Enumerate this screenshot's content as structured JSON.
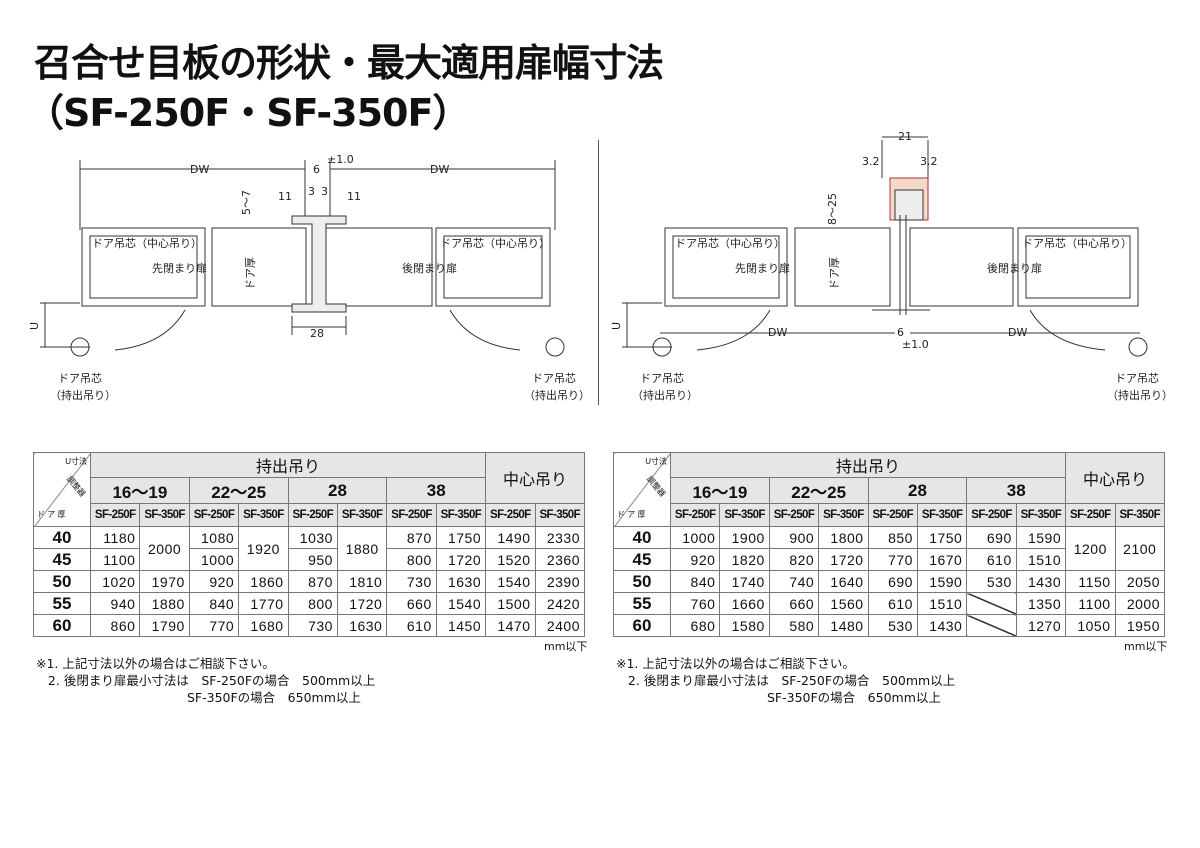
{
  "title": {
    "line1": "召合せ目板の形状・最大適用扉幅寸法",
    "line2": "（SF-250F・SF-350F）"
  },
  "left_diagram": {
    "dw": "DW",
    "gap": "6",
    "tol": "±1.0",
    "d11a": "11",
    "d3a": "3",
    "d3b": "3",
    "d11b": "11",
    "d57": "5〜7",
    "door_thickness": "ドア厚",
    "center_pivot": "ドア吊芯（中心吊り）",
    "first_close": "先閉まり扉",
    "last_close": "後閉まり扉",
    "d28": "28",
    "u": "U",
    "offset_pivot_1": "ドア吊芯",
    "offset_pivot_2": "（持出吊り）"
  },
  "right_diagram": {
    "dw": "DW",
    "gap": "6",
    "tol": "±1.0",
    "d21": "21",
    "d32a": "3.2",
    "d32b": "3.2",
    "d825": "8〜25",
    "door_thickness": "ドア厚",
    "center_pivot": "ドア吊芯（中心吊り）",
    "first_close": "先閉まり扉",
    "last_close": "後閉まり扉",
    "u": "U",
    "offset_pivot_1": "ドア吊芯",
    "offset_pivot_2": "（持出吊り）"
  },
  "table_header": {
    "u_label": "U寸法",
    "adjuster_label": "調整器",
    "door_label": "ド ア 厚",
    "offset_group": "持出吊り",
    "center_group": "中心吊り",
    "u_values": [
      "16〜19",
      "22〜25",
      "28",
      "38"
    ],
    "models": [
      "SF-250F",
      "SF-350F",
      "SF-250F",
      "SF-350F",
      "SF-250F",
      "SF-350F",
      "SF-250F",
      "SF-350F",
      "SF-250F",
      "SF-350F"
    ]
  },
  "left_table": {
    "rows": [
      {
        "h": "40",
        "c": [
          "1180",
          {
            "v": "2000",
            "rs": 2
          },
          "1080",
          {
            "v": "1920",
            "rs": 2
          },
          "1030",
          {
            "v": "1880",
            "rs": 2
          },
          "870",
          "1750",
          "1490",
          "2330"
        ]
      },
      {
        "h": "45",
        "c": [
          "1100",
          "1000",
          "950",
          "800",
          "1720",
          "1520",
          "2360"
        ]
      },
      {
        "h": "50",
        "c": [
          "1020",
          "1970",
          "920",
          "1860",
          "870",
          "1810",
          "730",
          "1630",
          "1540",
          "2390"
        ]
      },
      {
        "h": "55",
        "c": [
          "940",
          "1880",
          "840",
          "1770",
          "800",
          "1720",
          "660",
          "1540",
          "1500",
          "2420"
        ]
      },
      {
        "h": "60",
        "c": [
          "860",
          "1790",
          "770",
          "1680",
          "730",
          "1630",
          "610",
          "1450",
          "1470",
          "2400"
        ]
      }
    ]
  },
  "right_table": {
    "rows": [
      {
        "h": "40",
        "c": [
          "1000",
          "1900",
          "900",
          "1800",
          "850",
          "1750",
          "690",
          "1590",
          {
            "v": "1200",
            "rs": 2
          },
          {
            "v": "2100",
            "rs": 2
          }
        ]
      },
      {
        "h": "45",
        "c": [
          "920",
          "1820",
          "820",
          "1720",
          "770",
          "1670",
          "610",
          "1510"
        ]
      },
      {
        "h": "50",
        "c": [
          "840",
          "1740",
          "740",
          "1640",
          "690",
          "1590",
          "530",
          "1430",
          "1150",
          "2050"
        ]
      },
      {
        "h": "55",
        "c": [
          "760",
          "1660",
          "660",
          "1560",
          "610",
          "1510",
          {
            "v": "",
            "slash": true
          },
          "1350",
          "1100",
          "2000"
        ]
      },
      {
        "h": "60",
        "c": [
          "680",
          "1580",
          "580",
          "1480",
          "530",
          "1430",
          {
            "v": "",
            "slash": true
          },
          "1270",
          "1050",
          "1950"
        ]
      }
    ]
  },
  "unit": "mm以下",
  "notes": {
    "n1": "※1. 上記寸法以外の場合はご相談下さい。",
    "n2": "   2. 後閉まり扉最小寸法は　SF-250Fの場合　500mm以上",
    "n3": "                                      SF-350Fの場合　650mm以上"
  }
}
